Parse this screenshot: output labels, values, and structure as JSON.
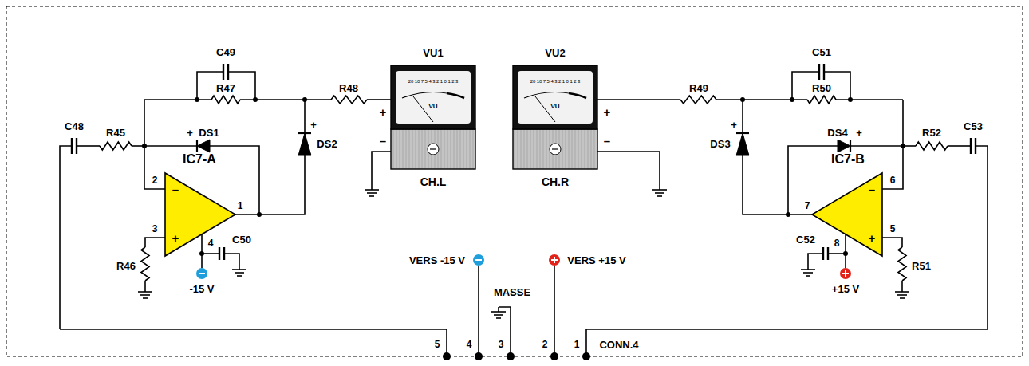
{
  "diagram": {
    "labels": [
      "C49",
      "R47",
      "C48",
      "R45",
      "+",
      "DS1",
      "DS2",
      "+",
      "IC7-A",
      "2",
      "3",
      "1",
      "4",
      "–",
      "+",
      "R46",
      "C50",
      "-15 V",
      "R48",
      "VU1",
      "+",
      "–",
      "20 10 7 5 4 3 2 1 0 1 2 3",
      "VU",
      "CH.L",
      "VU2",
      "20 10 7 5 4 3 2 1 0 1 2 3",
      "VU",
      "CH.R",
      "+",
      "–",
      "R49",
      "C51",
      "R50",
      "DS3",
      "+",
      "DS4",
      "+",
      "R52",
      "C53",
      "IC7-B",
      "6",
      "7",
      "5",
      "8",
      "–",
      "+",
      "C52",
      "R51",
      "+15 V",
      "VERS -15 V",
      "VERS +15 V",
      "MASSE",
      "5",
      "4",
      "3",
      "2",
      "1",
      "CONN.4"
    ]
  }
}
